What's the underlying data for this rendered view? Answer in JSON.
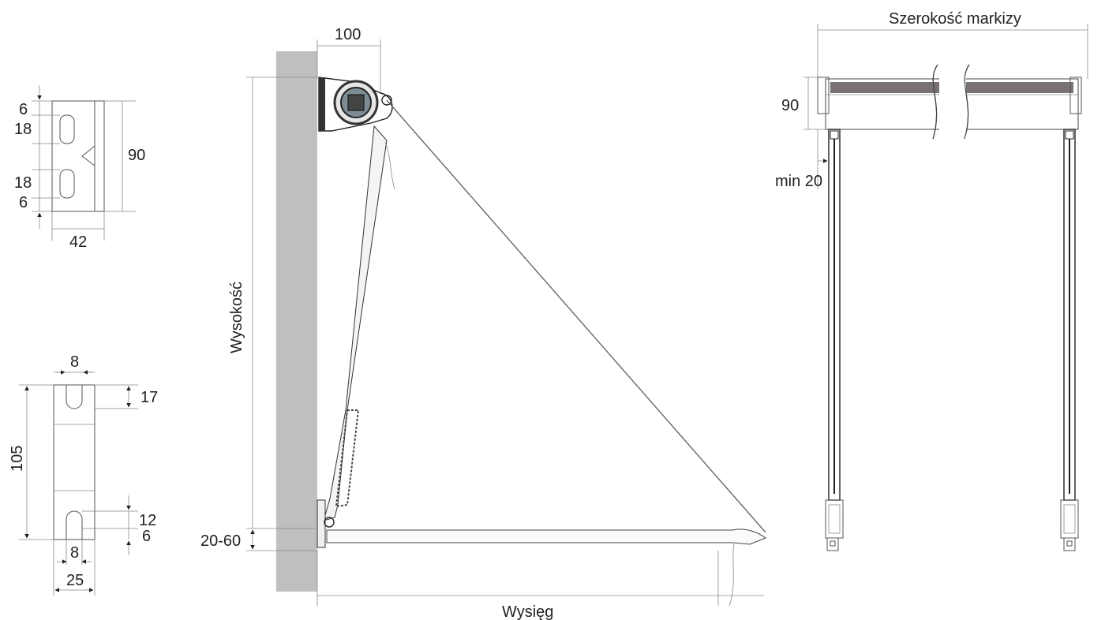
{
  "colors": {
    "wall": "#bfbfbf",
    "fabric": "#7a7272",
    "line": "#555555",
    "text": "#222222"
  },
  "bracket_top": {
    "d1": "6",
    "d2": "18",
    "d3": "18",
    "d4": "6",
    "height": "90",
    "width": "42"
  },
  "bracket_bottom": {
    "slot_top": "8",
    "top_gap": "17",
    "height": "105",
    "d1": "12",
    "d2": "6",
    "slot_bottom": "8",
    "width": "25"
  },
  "side_view": {
    "width_label": "100",
    "height_label": "Wysokość",
    "gap_label": "20-60",
    "projection_label": "Wysięg"
  },
  "front_view": {
    "width_label": "Szerokość markizy",
    "height_label": "90",
    "min_label": "min 20"
  }
}
